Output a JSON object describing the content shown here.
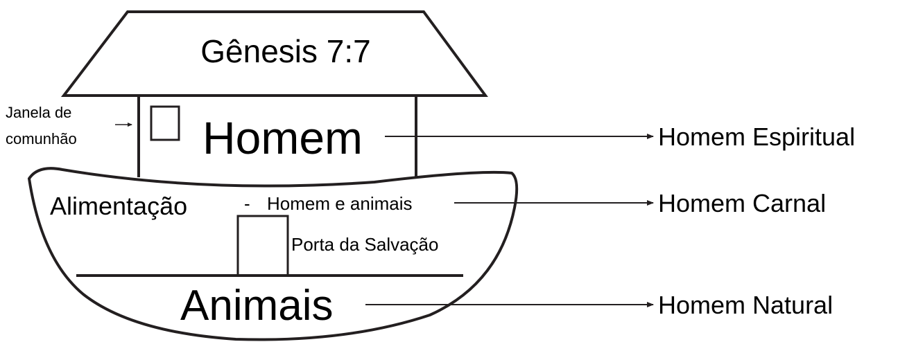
{
  "roof": {
    "title": "Gênesis 7:7"
  },
  "cabin": {
    "label": "Homem"
  },
  "window": {
    "label_line1": "Janela de",
    "label_line2": "comunhão"
  },
  "hull": {
    "upper_left_label": "Alimentação",
    "dash": "-",
    "upper_right_label": "Homem e animais",
    "door_label": "Porta da Salvação",
    "lower_label": "Animais"
  },
  "meanings": [
    {
      "label": "Homem Espiritual"
    },
    {
      "label": "Homem Carnal"
    },
    {
      "label": "Homem Natural"
    }
  ],
  "colors": {
    "line": "#231f20",
    "background": "#ffffff"
  }
}
